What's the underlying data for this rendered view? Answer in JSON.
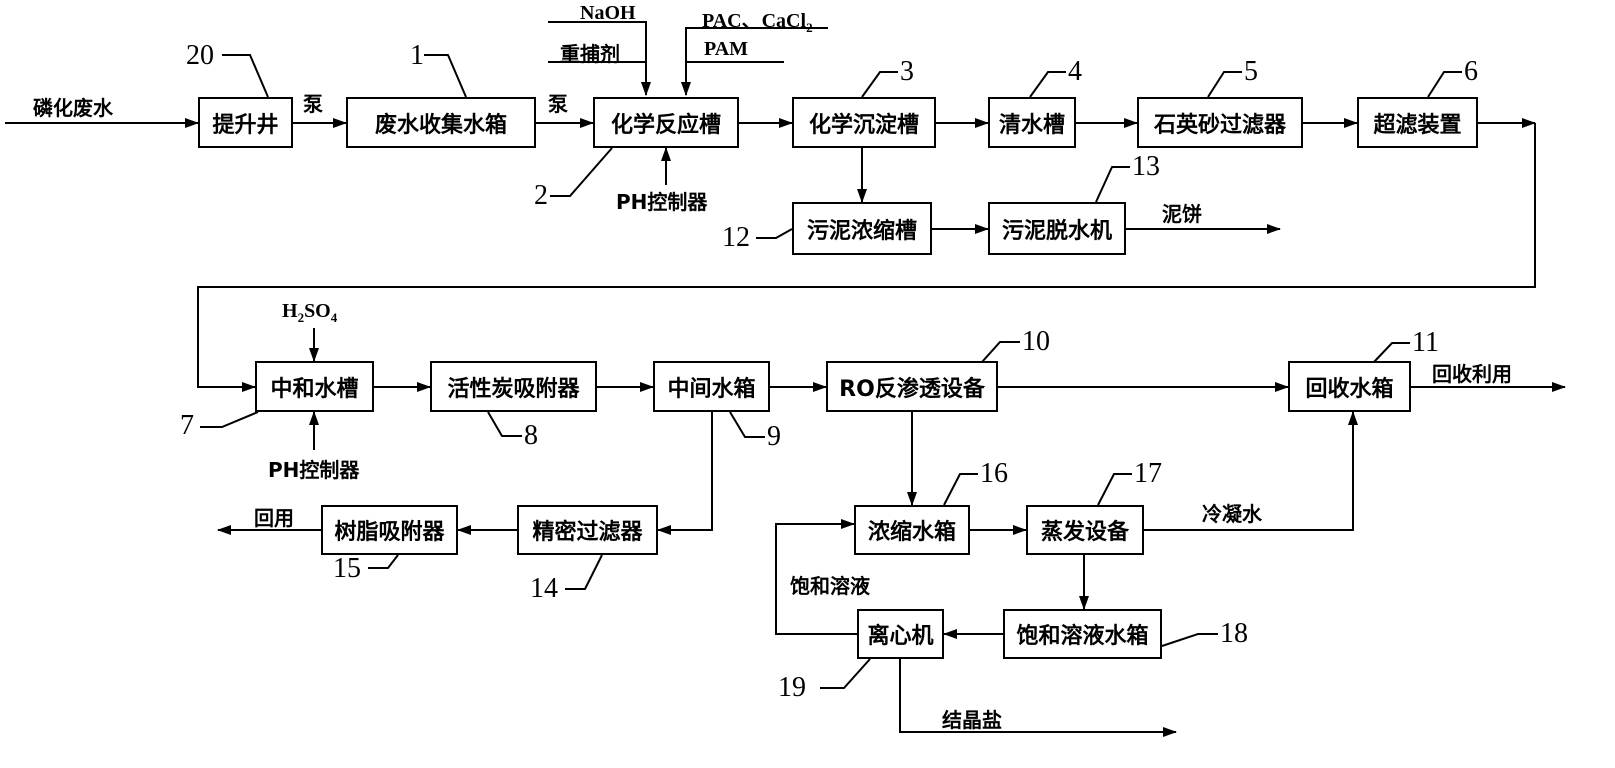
{
  "boxes": {
    "b20": "提升井",
    "b1": "废水收集水箱",
    "b2": "化学反应槽",
    "b3": "化学沉淀槽",
    "b4": "清水槽",
    "b5": "石英砂过滤器",
    "b6": "超滤装置",
    "b12": "污泥浓缩槽",
    "b13": "污泥脱水机",
    "b7": "中和水槽",
    "b8": "活性炭吸附器",
    "b9": "中间水箱",
    "b10": "RO反渗透设备",
    "b11": "回收水箱",
    "b14": "精密过滤器",
    "b15": "树脂吸附器",
    "b16": "浓缩水箱",
    "b17": "蒸发设备",
    "b18": "饱和溶液水箱",
    "b19": "离心机"
  },
  "numbers": {
    "n20": "20",
    "n1": "1",
    "n2": "2",
    "n3": "3",
    "n4": "4",
    "n5": "5",
    "n6": "6",
    "n12": "12",
    "n13": "13",
    "n7": "7",
    "n8": "8",
    "n9": "9",
    "n10": "10",
    "n11": "11",
    "n14": "14",
    "n15": "15",
    "n16": "16",
    "n17": "17",
    "n18": "18",
    "n19": "19"
  },
  "labels": {
    "input": "磷化废水",
    "pump1": "泵",
    "pump2": "泵",
    "naoh": "NaOH",
    "chelator": "重捕剂",
    "pac": "PAC、CaCl",
    "pac_sub": "2",
    "pam": "PAM",
    "ph1": "PH控制器",
    "cake": "泥饼",
    "h2so4_h": "H",
    "h2so4_2": "2",
    "h2so4_so": "SO",
    "h2so4_4": "4",
    "ph2": "PH控制器",
    "recycle_use": "回收利用",
    "reuse": "回用",
    "condensate": "冷凝水",
    "saturated": "饱和溶液",
    "crystal_salt": "结晶盐"
  }
}
